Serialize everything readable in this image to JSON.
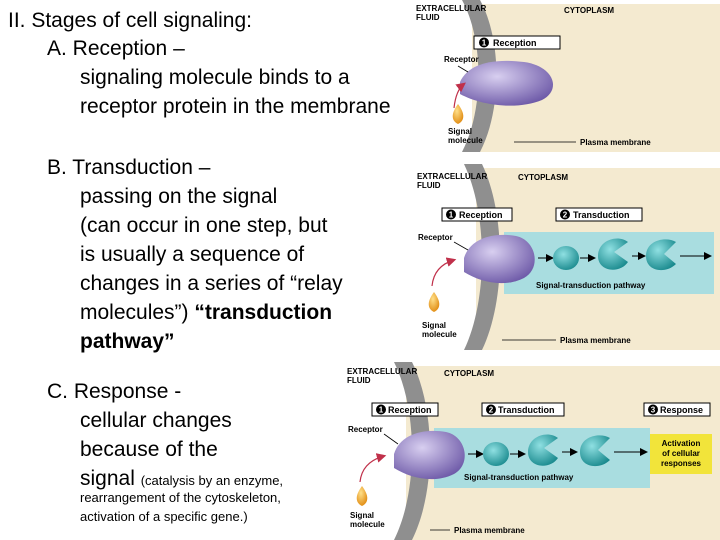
{
  "heading": "II. Stages of cell signaling:",
  "section_a": {
    "title": "A. Reception –",
    "line1": "signaling molecule binds to a",
    "line2": "receptor protein in the membrane"
  },
  "section_b": {
    "title": "B. Transduction –",
    "line1": "passing on the signal",
    "line2": "(can occur in one step, but",
    "line3": "is usually a sequence of",
    "line4": "changes in a series of “relay",
    "line5_plain": "molecules”) ",
    "line5_bold": "“transduction",
    "line6_bold": "pathway”"
  },
  "section_c": {
    "title": "C. Response -",
    "line1": "cellular changes",
    "line2": "because of the",
    "line3_main": "signal ",
    "line3_small": "(catalysis by an enzyme,",
    "line4_small": "rearrangement of the cytoskeleton,",
    "line5_small": "activation of a specific gene.)"
  },
  "figure1": {
    "extracellular": [
      "EXTRACELLULAR",
      "FLUID"
    ],
    "cytoplasm": "CYTOPLASM",
    "step1_num": "1",
    "step1_label": "Reception",
    "receptor": "Receptor",
    "signal_molecule": [
      "Signal",
      "molecule"
    ],
    "plasma_membrane": "Plasma membrane"
  },
  "figure2": {
    "extracellular": [
      "EXTRACELLULAR",
      "FLUID"
    ],
    "cytoplasm": "CYTOPLASM",
    "step1_num": "1",
    "step1_label": "Reception",
    "step2_num": "2",
    "step2_label": "Transduction",
    "receptor": "Receptor",
    "pathway": "Signal-transduction pathway",
    "signal_molecule": [
      "Signal",
      "molecule"
    ],
    "plasma_membrane": "Plasma membrane"
  },
  "figure3": {
    "extracellular": [
      "EXTRACELLULAR",
      "FLUID"
    ],
    "cytoplasm": "CYTOPLASM",
    "step1_num": "1",
    "step1_label": "Reception",
    "step2_num": "2",
    "step2_label": "Transduction",
    "step3_num": "3",
    "step3_label": "Response",
    "receptor": "Receptor",
    "pathway": "Signal-transduction pathway",
    "response_box": [
      "Activation",
      "of cellular",
      "responses"
    ],
    "signal_molecule": [
      "Signal",
      "molecule"
    ],
    "plasma_membrane": "Plasma membrane"
  },
  "colors": {
    "panel_bg": "#f4ead0",
    "membrane": "#8f8f8f",
    "receptor": "#8a76c4",
    "relay": "#2aa3a7",
    "pathway_band": "#a9dde0",
    "signal": "#f2a334",
    "response_box": "#f2e43a"
  }
}
